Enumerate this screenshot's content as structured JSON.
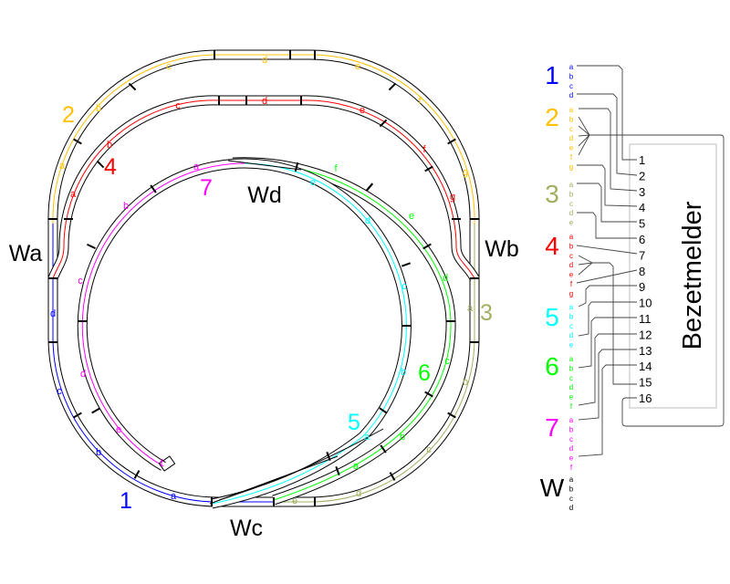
{
  "tracks": [
    {
      "id": "1",
      "color": "#0000ff",
      "letters": [
        "a",
        "b",
        "c",
        "d"
      ]
    },
    {
      "id": "2",
      "color": "#ffc000",
      "letters": [
        "a",
        "b",
        "c",
        "d",
        "e",
        "f",
        "g"
      ]
    },
    {
      "id": "3",
      "color": "#a0b060",
      "letters": [
        "a",
        "b",
        "c",
        "d",
        "e"
      ]
    },
    {
      "id": "4",
      "color": "#ff0000",
      "letters": [
        "a",
        "b",
        "c",
        "d",
        "e",
        "f",
        "g"
      ]
    },
    {
      "id": "5",
      "color": "#00ffff",
      "letters": [
        "a",
        "b",
        "c",
        "d",
        "e"
      ]
    },
    {
      "id": "6",
      "color": "#00ff00",
      "letters": [
        "a",
        "b",
        "c",
        "d",
        "e",
        "f"
      ]
    },
    {
      "id": "7",
      "color": "#ff00ff",
      "letters": [
        "a",
        "b",
        "c",
        "d",
        "e",
        "f"
      ]
    },
    {
      "id": "W",
      "color": "#000000",
      "letters": [
        "a",
        "b",
        "c",
        "d"
      ]
    }
  ],
  "switches": [
    "Wa",
    "Wb",
    "Wc",
    "Wd"
  ],
  "legend": {
    "title": "Bezetmelder",
    "outputs": [
      "1",
      "2",
      "3",
      "4",
      "5",
      "6",
      "7",
      "8",
      "9",
      "10",
      "11",
      "12",
      "13",
      "14",
      "15",
      "16"
    ]
  }
}
